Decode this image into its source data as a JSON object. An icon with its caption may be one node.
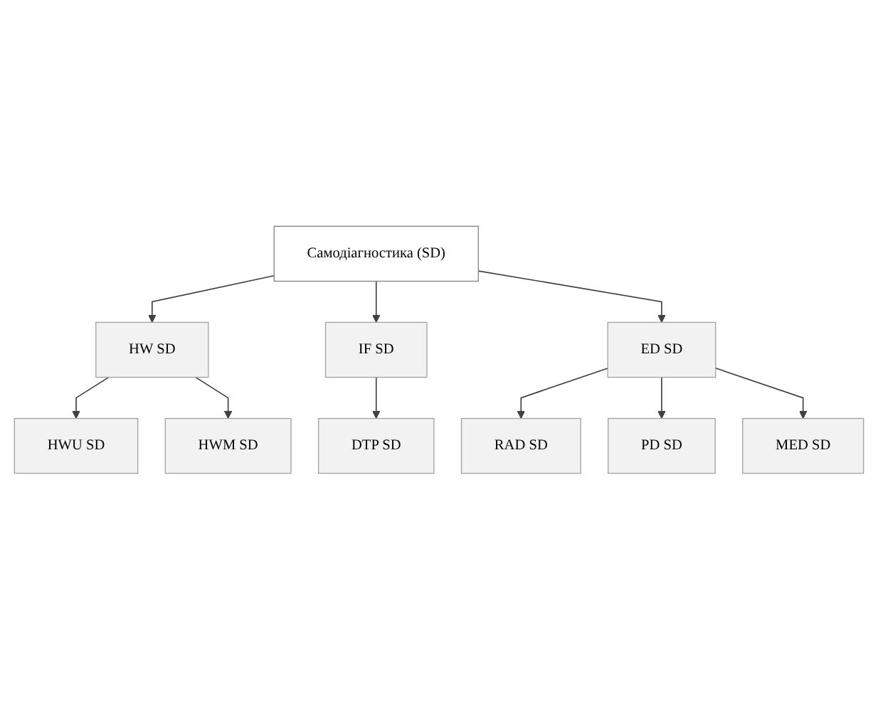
{
  "diagram": {
    "nodes": [
      {
        "text": [
          "Самодіагностика (SD)"
        ]
      },
      {
        "text": [
          "HW SD"
        ]
      },
      {
        "text": [
          "IF SD"
        ]
      },
      {
        "text": [
          "ED SD"
        ]
      },
      {
        "text": [
          "HWU SD"
        ]
      },
      {
        "text": [
          "DTP SD"
        ]
      },
      {
        "text": [
          "RAD SD"
        ]
      },
      {
        "text": [
          "HWM SD"
        ]
      },
      {
        "text": [
          "PD SD"
        ]
      },
      {
        "text": [
          "MED SD"
        ]
      }
    ],
    "edges": [
      {
        "from": 0,
        "to": 1,
        "arrow": "to"
      },
      {
        "from": 0,
        "to": 2,
        "arrow": "to"
      },
      {
        "from": 0,
        "to": 3,
        "arrow": "to"
      },
      {
        "from": 1,
        "to": 4,
        "arrow": "to"
      },
      {
        "from": 1,
        "to": 7,
        "arrow": "to"
      },
      {
        "from": 2,
        "to": 5,
        "arrow": "to"
      },
      {
        "from": 3,
        "to": 6,
        "arrow": "to"
      },
      {
        "from": 3,
        "to": 8,
        "arrow": "to"
      },
      {
        "from": 3,
        "to": 9,
        "arrow": "to"
      }
    ]
  }
}
